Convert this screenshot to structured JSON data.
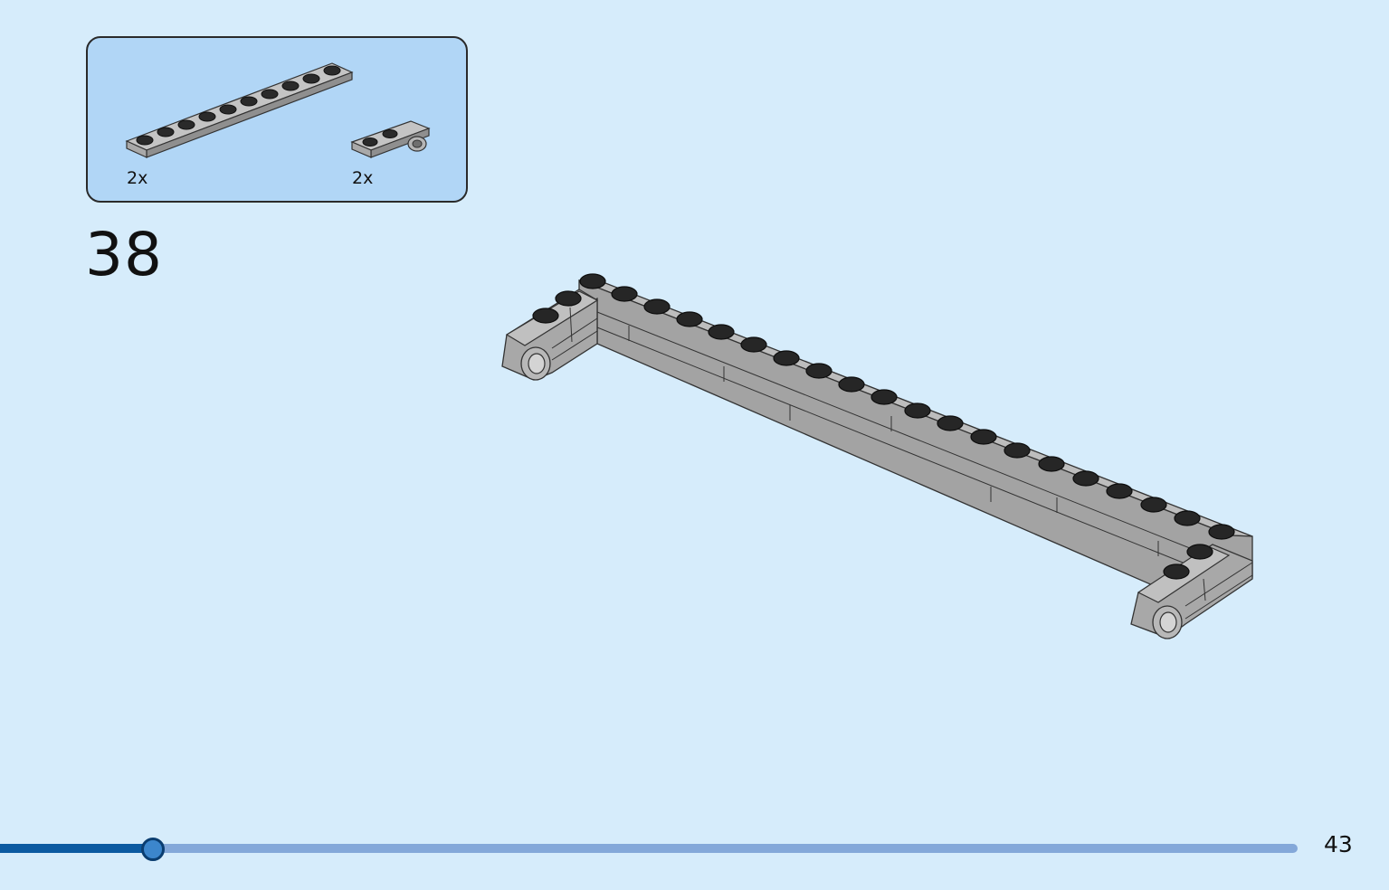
{
  "parts_box": {
    "parts": [
      {
        "name": "plate-1x10-gray",
        "quantity": "2x"
      },
      {
        "name": "plate-1x3-with-hole-gray",
        "quantity": "2x"
      }
    ]
  },
  "step": {
    "number": "38"
  },
  "progress": {
    "fraction": 0.118
  },
  "page": {
    "number": "43"
  },
  "colors": {
    "background": "#d6ecfb",
    "parts_box": "#b1d6f6",
    "brick_gray": "#a7a7a7",
    "stud_black": "#1f1f1f",
    "progress_track": "#84a8d9",
    "progress_fill": "#0b5aa1"
  }
}
